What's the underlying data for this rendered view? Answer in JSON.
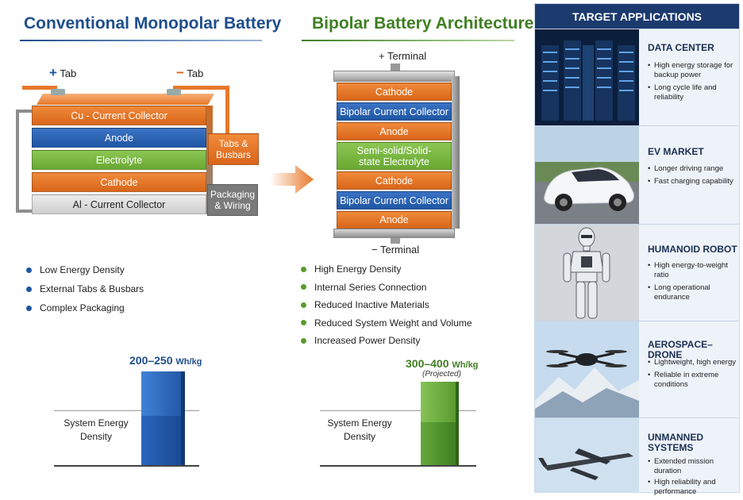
{
  "left": {
    "title": "Conventional Monopolar Battery",
    "plus_tab": "Tab",
    "minus_tab": "Tab",
    "plus_sign": "+",
    "minus_sign": "−",
    "layers": [
      "Cu - Current Collector",
      "Anode",
      "Electrolyte",
      "Cathode",
      "Al - Current Collector"
    ],
    "tabs_busbars": "Tabs & Busbars",
    "packaging": "Packaging & Wiring",
    "bullets": [
      "Low Energy Density",
      "External Tabs & Busbars",
      "Complex Packaging"
    ],
    "chart_label": "System Energy Density",
    "value": "200–250",
    "unit": "Wh/kg"
  },
  "right": {
    "title": "Bipolar Battery Architecture",
    "plus_terminal": "+ Terminal",
    "minus_terminal": "− Terminal",
    "layers": [
      "Cathode",
      "Bipolar Current Collector",
      "Anode",
      "Semi-solid/Solid-state Electrolyte",
      "Cathode",
      "Bipolar Current Collector",
      "Anode"
    ],
    "bullets": [
      "High Energy Density",
      "Internal Series Connection",
      "Reduced Inactive Materials",
      "Reduced System Weight and Volume",
      "Increased Power Density"
    ],
    "chart_label": "System Energy Density",
    "value": "300–400",
    "unit": "Wh/kg",
    "note": "(Projected)"
  },
  "chart_data": [
    {
      "type": "bar",
      "categories": [
        "Conventional Monopolar Battery"
      ],
      "values": [
        [
          200,
          250
        ]
      ],
      "ylabel": "System Energy Density",
      "unit": "Wh/kg",
      "color": "#1f56a3"
    },
    {
      "type": "bar",
      "categories": [
        "Bipolar Battery Architecture"
      ],
      "values": [
        [
          300,
          400
        ]
      ],
      "ylabel": "System Energy Density",
      "unit": "Wh/kg",
      "note": "(Projected)",
      "color": "#5a9a2f"
    }
  ],
  "panel": {
    "header": "TARGET APPLICATIONS",
    "cards": [
      {
        "title": "DATA CENTER",
        "items": [
          "High energy storage for backup power",
          "Long cycle life and reliability"
        ],
        "icon": "server-racks-icon"
      },
      {
        "title": "EV MARKET",
        "items": [
          "Longer driving range",
          "Fast charging capability"
        ],
        "icon": "electric-car-icon"
      },
      {
        "title": "HUMANOID ROBOT",
        "items": [
          "High energy-to-weight ratio",
          "Long operational endurance"
        ],
        "icon": "humanoid-robot-icon"
      },
      {
        "title": "AEROSPACE–DRONE",
        "items": [
          "Lightweight, high energy",
          "Reliable in extreme conditions"
        ],
        "icon": "drone-icon"
      },
      {
        "title": "UNMANNED SYSTEMS",
        "items": [
          "Extended mission duration",
          "High reliability and performance"
        ],
        "icon": "uav-aircraft-icon"
      }
    ]
  },
  "colors": {
    "blue": "#1f56a3",
    "orange": "#e8782a",
    "green": "#6aab35",
    "navy": "#1b3a6e"
  }
}
